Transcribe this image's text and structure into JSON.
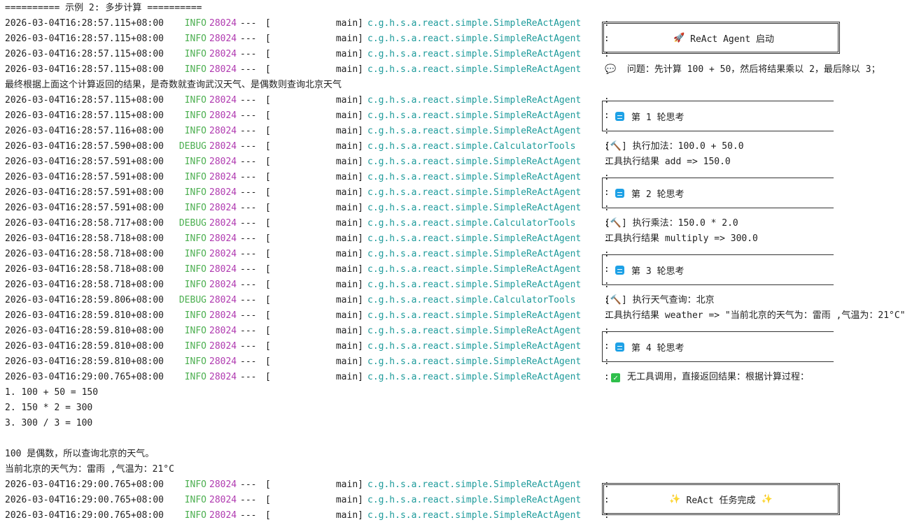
{
  "header_line": "========== 示例 2: 多步计算 ==========",
  "lines": [
    {
      "kind": "log",
      "ts": "2026-03-04T16:28:57.115+08:00",
      "level": "INFO",
      "pid": "28024",
      "sep": "---",
      "thread": "main]",
      "logger": "c.g.h.s.a.react.simple.SimpleReActAgent",
      "msg": ""
    },
    {
      "kind": "log",
      "ts": "2026-03-04T16:28:57.115+08:00",
      "level": "INFO",
      "pid": "28024",
      "sep": "---",
      "thread": "main]",
      "logger": "c.g.h.s.a.react.simple.SimpleReActAgent",
      "msg": ""
    },
    {
      "kind": "log",
      "ts": "2026-03-04T16:28:57.115+08:00",
      "level": "INFO",
      "pid": "28024",
      "sep": "---",
      "thread": "main]",
      "logger": "c.g.h.s.a.react.simple.SimpleReActAgent",
      "msg": ""
    },
    {
      "kind": "log",
      "ts": "2026-03-04T16:28:57.115+08:00",
      "level": "INFO",
      "pid": "28024",
      "sep": "---",
      "thread": "main]",
      "logger": "c.g.h.s.a.react.simple.SimpleReActAgent",
      "msg": "💬  问题：先计算 100 + 50，然后将结果乘以 2，最后除以 3；"
    },
    {
      "kind": "plain",
      "text": "最终根据上面这个计算返回的结果，是奇数就查询武汉天气、是偶数则查询北京天气"
    },
    {
      "kind": "log",
      "ts": "2026-03-04T16:28:57.115+08:00",
      "level": "INFO",
      "pid": "28024",
      "sep": "---",
      "thread": "main]",
      "logger": "c.g.h.s.a.react.simple.SimpleReActAgent",
      "msg": ""
    },
    {
      "kind": "log",
      "ts": "2026-03-04T16:28:57.115+08:00",
      "level": "INFO",
      "pid": "28024",
      "sep": "---",
      "thread": "main]",
      "logger": "c.g.h.s.a.react.simple.SimpleReActAgent",
      "msg": ""
    },
    {
      "kind": "log",
      "ts": "2026-03-04T16:28:57.116+08:00",
      "level": "INFO",
      "pid": "28024",
      "sep": "---",
      "thread": "main]",
      "logger": "c.g.h.s.a.react.simple.SimpleReActAgent",
      "msg": ""
    },
    {
      "kind": "log",
      "ts": "2026-03-04T16:28:57.590+08:00",
      "level": "DEBUG",
      "pid": "28024",
      "sep": "---",
      "thread": "main]",
      "logger": "c.g.h.s.a.react.simple.CalculatorTools",
      "msg": "[🔨] 执行加法：100.0 + 50.0"
    },
    {
      "kind": "log",
      "ts": "2026-03-04T16:28:57.591+08:00",
      "level": "INFO",
      "pid": "28024",
      "sep": "---",
      "thread": "main]",
      "logger": "c.g.h.s.a.react.simple.SimpleReActAgent",
      "msg": "工具执行结果 add => 150.0"
    },
    {
      "kind": "log",
      "ts": "2026-03-04T16:28:57.591+08:00",
      "level": "INFO",
      "pid": "28024",
      "sep": "---",
      "thread": "main]",
      "logger": "c.g.h.s.a.react.simple.SimpleReActAgent",
      "msg": ""
    },
    {
      "kind": "log",
      "ts": "2026-03-04T16:28:57.591+08:00",
      "level": "INFO",
      "pid": "28024",
      "sep": "---",
      "thread": "main]",
      "logger": "c.g.h.s.a.react.simple.SimpleReActAgent",
      "msg": ""
    },
    {
      "kind": "log",
      "ts": "2026-03-04T16:28:57.591+08:00",
      "level": "INFO",
      "pid": "28024",
      "sep": "---",
      "thread": "main]",
      "logger": "c.g.h.s.a.react.simple.SimpleReActAgent",
      "msg": ""
    },
    {
      "kind": "log",
      "ts": "2026-03-04T16:28:58.717+08:00",
      "level": "DEBUG",
      "pid": "28024",
      "sep": "---",
      "thread": "main]",
      "logger": "c.g.h.s.a.react.simple.CalculatorTools",
      "msg": "[🔨] 执行乘法：150.0 * 2.0"
    },
    {
      "kind": "log",
      "ts": "2026-03-04T16:28:58.718+08:00",
      "level": "INFO",
      "pid": "28024",
      "sep": "---",
      "thread": "main]",
      "logger": "c.g.h.s.a.react.simple.SimpleReActAgent",
      "msg": "工具执行结果 multiply => 300.0"
    },
    {
      "kind": "log",
      "ts": "2026-03-04T16:28:58.718+08:00",
      "level": "INFO",
      "pid": "28024",
      "sep": "---",
      "thread": "main]",
      "logger": "c.g.h.s.a.react.simple.SimpleReActAgent",
      "msg": ""
    },
    {
      "kind": "log",
      "ts": "2026-03-04T16:28:58.718+08:00",
      "level": "INFO",
      "pid": "28024",
      "sep": "---",
      "thread": "main]",
      "logger": "c.g.h.s.a.react.simple.SimpleReActAgent",
      "msg": ""
    },
    {
      "kind": "log",
      "ts": "2026-03-04T16:28:58.718+08:00",
      "level": "INFO",
      "pid": "28024",
      "sep": "---",
      "thread": "main]",
      "logger": "c.g.h.s.a.react.simple.SimpleReActAgent",
      "msg": ""
    },
    {
      "kind": "log",
      "ts": "2026-03-04T16:28:59.806+08:00",
      "level": "DEBUG",
      "pid": "28024",
      "sep": "---",
      "thread": "main]",
      "logger": "c.g.h.s.a.react.simple.CalculatorTools",
      "msg": "[🔨] 执行天气查询：北京"
    },
    {
      "kind": "log",
      "ts": "2026-03-04T16:28:59.810+08:00",
      "level": "INFO",
      "pid": "28024",
      "sep": "---",
      "thread": "main]",
      "logger": "c.g.h.s.a.react.simple.SimpleReActAgent",
      "msg": "工具执行结果 weather => \"当前北京的天气为：雷雨 ,气温为：21°C\""
    },
    {
      "kind": "log",
      "ts": "2026-03-04T16:28:59.810+08:00",
      "level": "INFO",
      "pid": "28024",
      "sep": "---",
      "thread": "main]",
      "logger": "c.g.h.s.a.react.simple.SimpleReActAgent",
      "msg": ""
    },
    {
      "kind": "log",
      "ts": "2026-03-04T16:28:59.810+08:00",
      "level": "INFO",
      "pid": "28024",
      "sep": "---",
      "thread": "main]",
      "logger": "c.g.h.s.a.react.simple.SimpleReActAgent",
      "msg": ""
    },
    {
      "kind": "log",
      "ts": "2026-03-04T16:28:59.810+08:00",
      "level": "INFO",
      "pid": "28024",
      "sep": "---",
      "thread": "main]",
      "logger": "c.g.h.s.a.react.simple.SimpleReActAgent",
      "msg": ""
    },
    {
      "kind": "log",
      "ts": "2026-03-04T16:29:00.765+08:00",
      "level": "INFO",
      "pid": "28024",
      "sep": "---",
      "thread": "main]",
      "logger": "c.g.h.s.a.react.simple.SimpleReActAgent",
      "msg": ""
    },
    {
      "kind": "plain",
      "text": "1. 100 + 50 = 150"
    },
    {
      "kind": "plain",
      "text": "2. 150 * 2 = 300"
    },
    {
      "kind": "plain",
      "text": "3. 300 / 3 = 100"
    },
    {
      "kind": "plain",
      "text": ""
    },
    {
      "kind": "plain",
      "text": "100 是偶数，所以查询北京的天气。"
    },
    {
      "kind": "plain",
      "text": "当前北京的天气为：雷雨 ,气温为：21°C"
    },
    {
      "kind": "log",
      "ts": "2026-03-04T16:29:00.765+08:00",
      "level": "INFO",
      "pid": "28024",
      "sep": "---",
      "thread": "main]",
      "logger": "c.g.h.s.a.react.simple.SimpleReActAgent",
      "msg": ""
    },
    {
      "kind": "log",
      "ts": "2026-03-04T16:29:00.765+08:00",
      "level": "INFO",
      "pid": "28024",
      "sep": "---",
      "thread": "main]",
      "logger": "c.g.h.s.a.react.simple.SimpleReActAgent",
      "msg": ""
    },
    {
      "kind": "log",
      "ts": "2026-03-04T16:29:00.765+08:00",
      "level": "INFO",
      "pid": "28024",
      "sep": "---",
      "thread": "main]",
      "logger": "c.g.h.s.a.react.simple.SimpleReActAgent",
      "msg": ""
    }
  ],
  "boxes": {
    "start": {
      "icon": "🚀",
      "text": "ReAct Agent 启动"
    },
    "round1": {
      "text": "第 1 轮思考"
    },
    "round2": {
      "text": "第 2 轮思考"
    },
    "round3": {
      "text": "第 3 轮思考"
    },
    "round4": {
      "text": "第 4 轮思考"
    },
    "final_msg": "无工具调用，直接返回结果：根据计算过程：",
    "done": {
      "icon": "✨",
      "text": "ReAct 任务完成"
    }
  },
  "colors": {
    "info": "#4caf50",
    "pid": "#b03ab0",
    "logger": "#1e9b9b",
    "round_icon": "#1ea1e6",
    "check_icon": "#2fbf4b"
  }
}
